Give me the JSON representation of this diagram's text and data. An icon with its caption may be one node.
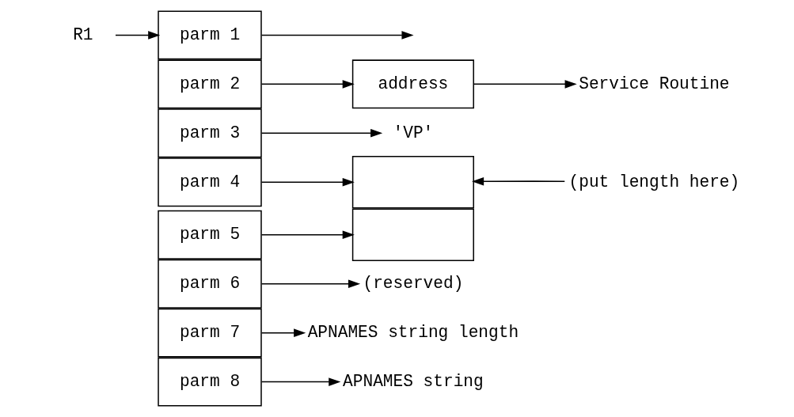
{
  "diagram": {
    "nodes": [
      {
        "text": [
          "R1"
        ]
      },
      {
        "text": [
          "parm 1"
        ]
      },
      {
        "text": [
          "parm 2"
        ]
      },
      {
        "text": [
          "parm 3"
        ]
      },
      {
        "text": [
          "parm 4"
        ]
      },
      {
        "text": [
          "parm 5"
        ]
      },
      {
        "text": [
          "parm 6"
        ]
      },
      {
        "text": [
          "parm 7"
        ]
      },
      {
        "text": [
          "parm 8"
        ]
      },
      {
        "text": [
          "address"
        ]
      },
      {
        "text": [
          "Service Routine"
        ]
      },
      {
        "text": [
          "'VP'"
        ]
      },
      {
        "text": [],
        "shape": "box"
      },
      {
        "text": [
          "(put length here)"
        ]
      },
      {
        "text": [],
        "shape": "box"
      },
      {
        "text": [
          "(reserved)"
        ]
      },
      {
        "text": [
          "APNAMES string length"
        ]
      },
      {
        "text": [
          "APNAMES string"
        ]
      }
    ],
    "edges": [
      {
        "from": 0,
        "to": 1,
        "arrow": "to"
      },
      {
        "from": 1,
        "to": null,
        "arrow": "to"
      },
      {
        "from": 2,
        "to": 9,
        "arrow": "to"
      },
      {
        "from": 9,
        "to": 10,
        "arrow": "to"
      },
      {
        "from": 3,
        "to": 11,
        "arrow": "to"
      },
      {
        "from": 4,
        "to": 12,
        "arrow": "to"
      },
      {
        "from": 13,
        "to": 12,
        "arrow": "to"
      },
      {
        "from": 5,
        "to": 14,
        "arrow": "to"
      },
      {
        "from": 6,
        "to": 15,
        "arrow": "to"
      },
      {
        "from": 7,
        "to": 16,
        "arrow": "to"
      },
      {
        "from": 8,
        "to": 17,
        "arrow": "to"
      }
    ]
  }
}
